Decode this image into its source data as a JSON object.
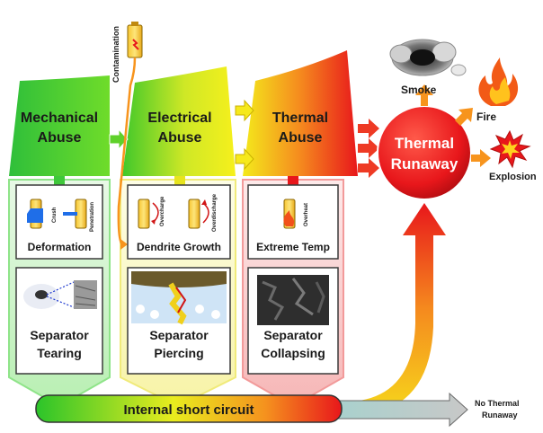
{
  "contamination_label": "Contamination",
  "stages": {
    "mechanical": {
      "line1": "Mechanical",
      "line2": "Abuse"
    },
    "electrical": {
      "line1": "Electrical",
      "line2": "Abuse"
    },
    "thermal": {
      "line1": "Thermal",
      "line2": "Abuse"
    }
  },
  "runaway": {
    "line1": "Thermal",
    "line2": "Runaway"
  },
  "outcomes": {
    "smoke": "Smoke",
    "fire": "Fire",
    "explosion": "Explosion"
  },
  "panels": {
    "mechanical": {
      "top_label": "Deformation",
      "icon_labels": [
        "Crush",
        "Penetration"
      ],
      "bottom_line1": "Separator",
      "bottom_line2": "Tearing"
    },
    "electrical": {
      "top_label": "Dendrite Growth",
      "icon_labels": [
        "Overcharge",
        "Overdischarge"
      ],
      "bottom_line1": "Separator",
      "bottom_line2": "Piercing"
    },
    "thermal": {
      "top_label": "Extreme Temp",
      "icon_labels": [
        "Overheat"
      ],
      "bottom_line1": "Separator",
      "bottom_line2": "Collapsing"
    }
  },
  "short_circuit_label": "Internal short circuit",
  "no_runaway": {
    "line1": "No Thermal",
    "line2": "Runaway"
  },
  "colors": {
    "green": "#22c21d",
    "yellow": "#f4f01a",
    "orange": "#f7941d",
    "red": "#e8171b",
    "panel_border_green": "#7fe07a",
    "panel_border_yellow": "#f5f08a",
    "panel_border_red": "#f08a8a"
  }
}
